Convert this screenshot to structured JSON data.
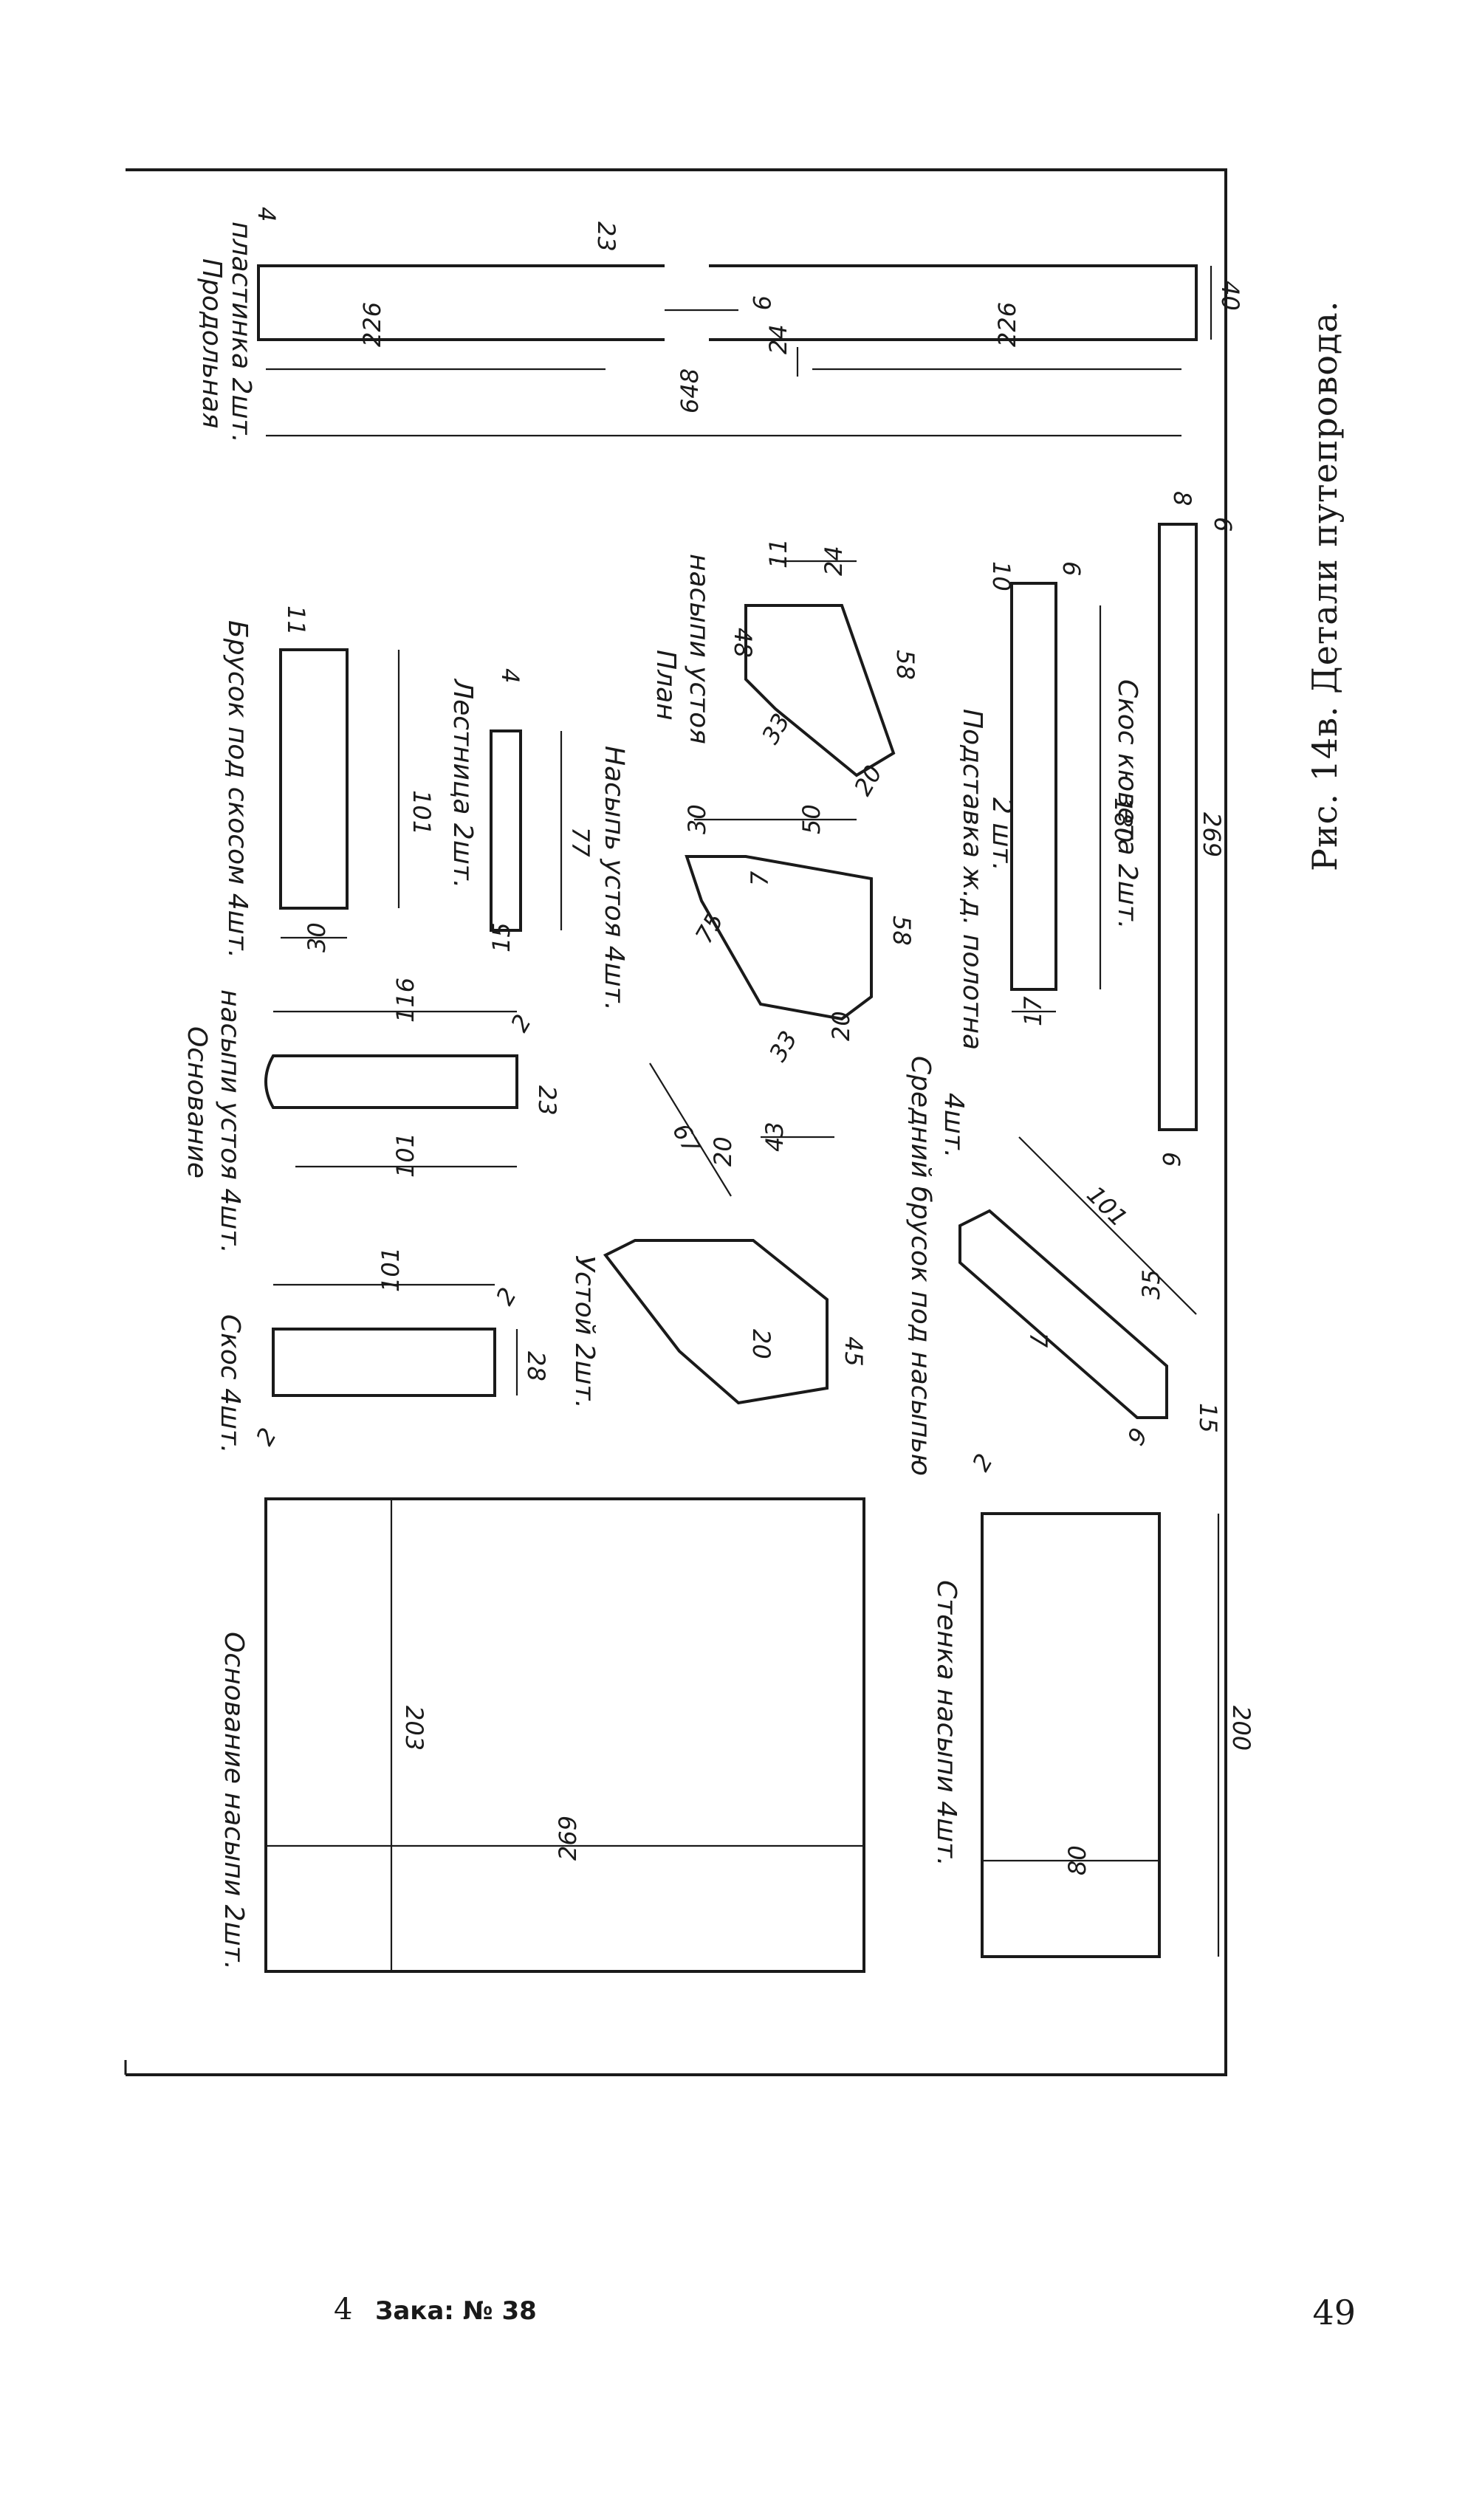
{
  "figure": {
    "caption": "Рис. 14в. Детали путепровода.",
    "parts": {
      "longitudinal_plate": {
        "label_line1": "Продольная",
        "label_line2": "пластинка 2шт.",
        "dims": [
          "4",
          "23",
          "9",
          "24",
          "226",
          "226",
          "40",
          "648"
        ]
      },
      "bevel_bar": {
        "label": "Брусок под скосом 4шт.",
        "dims": [
          "11",
          "101",
          "30"
        ]
      },
      "ladder": {
        "label": "Лестница 2шт.",
        "dims": [
          "4",
          "77",
          "15"
        ]
      },
      "embankment_plan": {
        "label_line1": "План",
        "label_line2": "насыпи устоя",
        "dims": [
          "11",
          "24",
          "48",
          "58",
          "33",
          "20"
        ]
      },
      "abutment_embankment": {
        "label": "Насыпь устоя 4шт.",
        "dims": [
          "30",
          "50",
          "7",
          "75",
          "58",
          "33",
          "20"
        ]
      },
      "rail_track_support": {
        "label_line1": "Подставка ж.д. полотна",
        "label_line2": "2 шт.",
        "dims": [
          "10",
          "6",
          "180",
          "17"
        ]
      },
      "ditch_bevel": {
        "label": "Скос кювета 2шт.",
        "dims": [
          "8",
          "6",
          "269",
          "6"
        ]
      },
      "abutment_embankment_base": {
        "label_line1": "Основание",
        "label_line2": "насыпи устоя 4шт.",
        "dims": [
          "116",
          "2",
          "23",
          "101"
        ]
      },
      "abutment": {
        "label": "Устой 2шт.",
        "dims": [
          "67",
          "43",
          "20",
          "20",
          "45"
        ]
      },
      "middle_bar": {
        "label_line1": "Средний брусок под насыпью",
        "label_line2": "4шт.",
        "dims": [
          "101",
          "35",
          "7",
          "15",
          "9"
        ]
      },
      "bevel": {
        "label": "Скос 4шт.",
        "dims": [
          "101",
          "2",
          "28"
        ]
      },
      "embankment_base": {
        "label": "Основание насыпи 2шт.",
        "dims": [
          "2",
          "203",
          "269"
        ]
      },
      "embankment_wall": {
        "label": "Стенка насыпи 4шт.",
        "dims": [
          "2",
          "200",
          "80"
        ]
      }
    }
  },
  "footer": {
    "signature_mark": "4",
    "order_text": "Зака: № 38",
    "page_number": "49"
  }
}
